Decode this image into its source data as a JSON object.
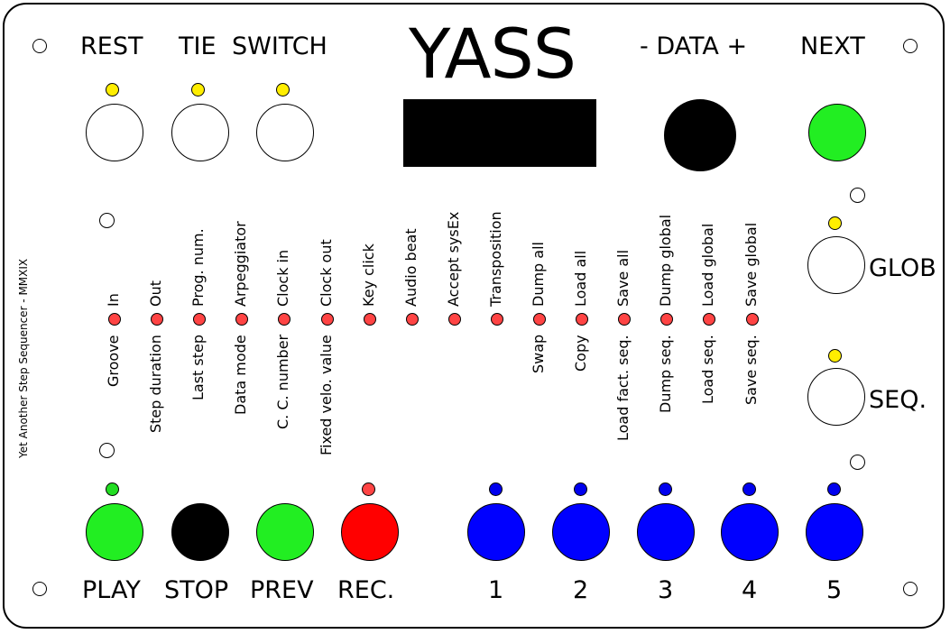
{
  "title": "YASS",
  "credit": "Yet Another Step Sequencer - MMXIX",
  "top_labels": {
    "rest": "REST",
    "tie": "TIE",
    "switch": "SWITCH",
    "data": "- DATA +",
    "next": "NEXT"
  },
  "side_labels": {
    "glob": "GLOB",
    "seq": "SEQ."
  },
  "bottom_labels": {
    "play": "PLAY",
    "stop": "STOP",
    "prev": "PREV",
    "rec": "REC.",
    "b1": "1",
    "b2": "2",
    "b3": "3",
    "b4": "4",
    "b5": "5"
  },
  "columns": [
    {
      "upper": "In",
      "lower": "Groove"
    },
    {
      "upper": "Out",
      "lower": "Step duration"
    },
    {
      "upper": "Prog. num.",
      "lower": "Last step"
    },
    {
      "upper": "Arpeggiator",
      "lower": "Data mode"
    },
    {
      "upper": "Clock in",
      "lower": "C. C. number"
    },
    {
      "upper": "Clock out",
      "lower": "Fixed velo. value"
    },
    {
      "upper": "Key click",
      "lower": ""
    },
    {
      "upper": "Audio beat",
      "lower": ""
    },
    {
      "upper": "Accept sysEx",
      "lower": ""
    },
    {
      "upper": "Transposition",
      "lower": ""
    },
    {
      "upper": "Dump all",
      "lower": "Swap"
    },
    {
      "upper": "Load all",
      "lower": "Copy"
    },
    {
      "upper": "Save all",
      "lower": "Load fact. seq."
    },
    {
      "upper": "Dump global",
      "lower": "Dump seq."
    },
    {
      "upper": "Load global",
      "lower": "Load seq."
    },
    {
      "upper": "Save global",
      "lower": "Save seq."
    }
  ],
  "colors": {
    "led_yellow": "#ffee00",
    "led_red": "#ff4444",
    "led_green": "#22dd22",
    "led_blue": "#0000ee",
    "button_green": "#22ee22",
    "button_red": "#ff0000",
    "button_blue": "#0000ff",
    "button_black": "#000000",
    "button_white": "#ffffff"
  }
}
